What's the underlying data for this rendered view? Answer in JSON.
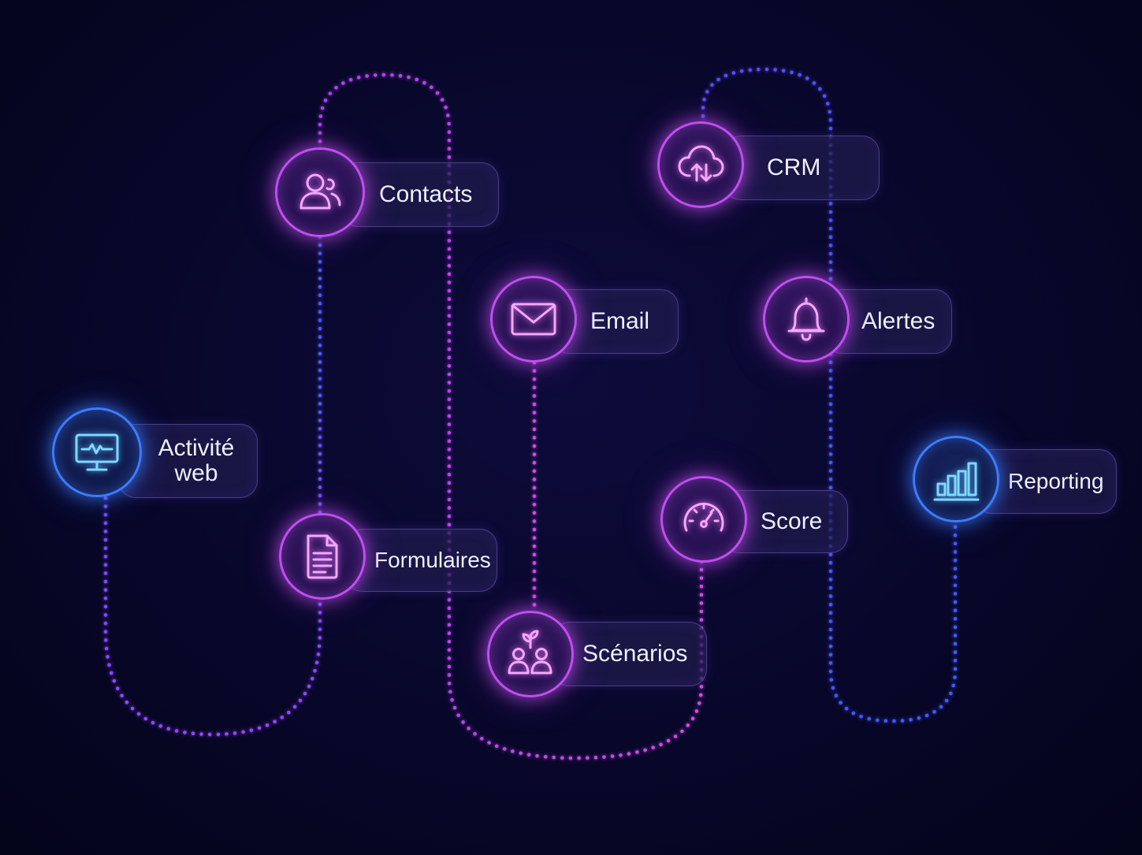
{
  "colors": {
    "background": "#08072a",
    "pink_accent": "#c04ef0",
    "blue_accent": "#3c7cff",
    "label_text": "#eef0ff"
  },
  "nodes": [
    {
      "id": "activite-web",
      "label": "Activité\nweb",
      "icon": "monitor-pulse-icon",
      "theme": "blue"
    },
    {
      "id": "contacts",
      "label": "Contacts",
      "icon": "users-icon",
      "theme": "pink"
    },
    {
      "id": "formulaires",
      "label": "Formulaires",
      "icon": "document-icon",
      "theme": "pink"
    },
    {
      "id": "email",
      "label": "Email",
      "icon": "envelope-icon",
      "theme": "pink"
    },
    {
      "id": "scenarios",
      "label": "Scénarios",
      "icon": "people-sprout-icon",
      "theme": "pink"
    },
    {
      "id": "crm",
      "label": "CRM",
      "icon": "cloud-sync-icon",
      "theme": "pink"
    },
    {
      "id": "score",
      "label": "Score",
      "icon": "gauge-icon",
      "theme": "pink"
    },
    {
      "id": "alertes",
      "label": "Alertes",
      "icon": "bell-icon",
      "theme": "pink"
    },
    {
      "id": "reporting",
      "label": "Reporting",
      "icon": "bar-chart-icon",
      "theme": "blue"
    }
  ]
}
